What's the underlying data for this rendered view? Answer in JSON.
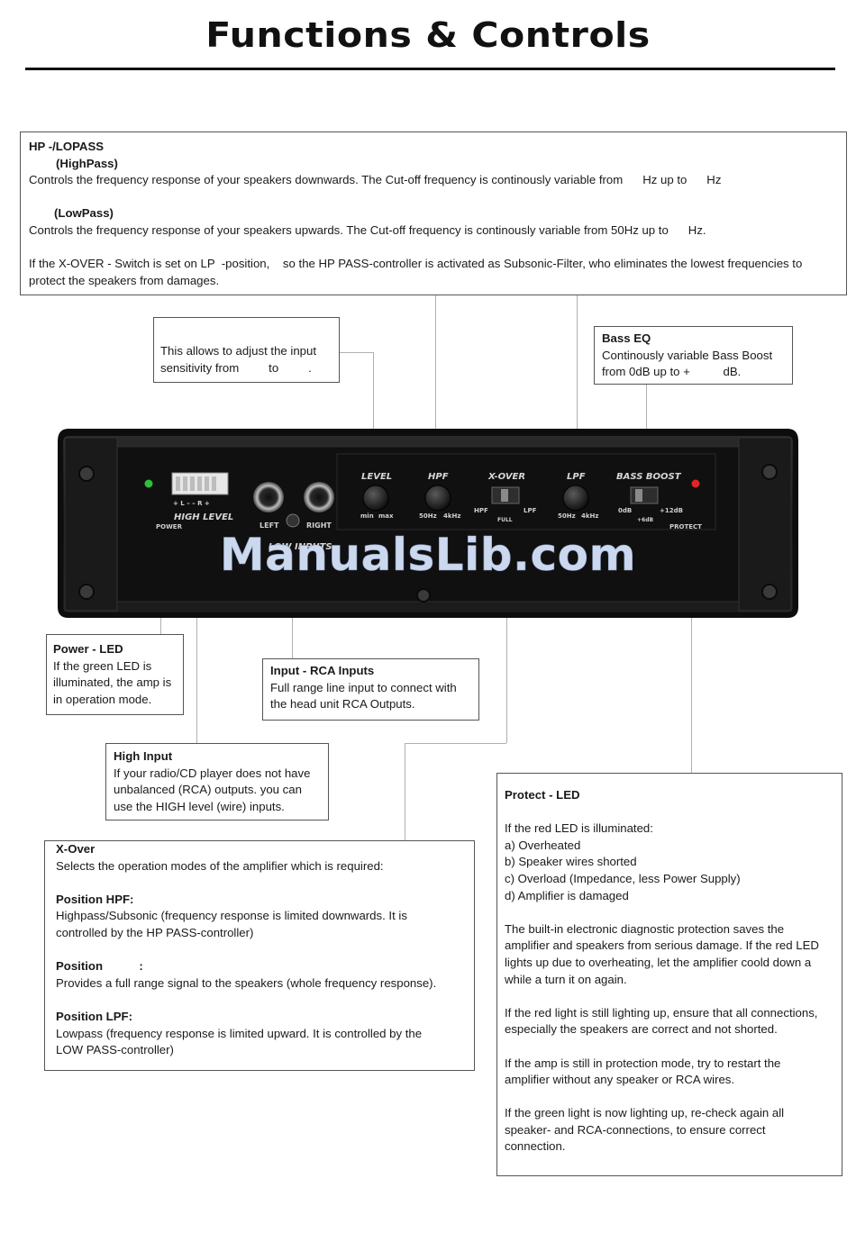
{
  "page_title": "Functions & Controls",
  "hplp": {
    "heading": "HP -/LOPASS",
    "highpass_heading": "(HighPass)",
    "highpass_text": "Controls the frequency response of your speakers downwards. The Cut-off frequency is continously variable from      Hz up to      Hz",
    "lowpass_heading": "(LowPass)",
    "lowpass_text": "Controls the frequency response of your speakers upwards. The Cut-off frequency is continously variable from 50Hz up to      Hz.",
    "xover_note_1": "If the X-OVER - Switch is set on LP  -position,    so the HP PASS-controller is activated as Subsonic-Filter, who eliminates the lowest frequencies to",
    "xover_note_2": "protect the speakers from damages."
  },
  "level": {
    "line1": "This allows to adjust the input",
    "line2": "sensitivity from         to         ."
  },
  "bass_eq": {
    "heading": "Bass EQ",
    "line1": "Continously variable Bass Boost",
    "line2": "from 0dB up to +          dB."
  },
  "panel": {
    "power": "POWER",
    "high_level": "HIGH LEVEL",
    "hl_terms": "+  L  –  –  R  +",
    "left": "LEFT",
    "right": "RIGHT",
    "low_inputs": "LOW INPUTS",
    "level": "LEVEL",
    "level_min": "min",
    "level_max": "max",
    "hpf": "HPF",
    "hpf_lo": "50Hz",
    "hpf_hi": "4kHz",
    "xover": "X-OVER",
    "xover_hpf": "HPF",
    "xover_lpf": "LPF",
    "xover_full": "FULL",
    "lpf": "LPF",
    "lpf_lo": "50Hz",
    "lpf_hi": "4kHz",
    "bass_boost": "BASS BOOST",
    "bb_0": "0dB",
    "bb_6": "+6dB",
    "bb_12": "+12dB",
    "protect": "PROTECT",
    "led_green": "#2fbf3a",
    "led_red": "#e02424"
  },
  "watermark": "ManualsLib.com",
  "power_led": {
    "heading": "Power - LED",
    "lines": [
      "If the green LED is",
      "illuminated, the amp is",
      "in operation mode."
    ]
  },
  "rca": {
    "heading": "Input - RCA Inputs",
    "lines": [
      "Full range line input to connect with",
      "the head unit RCA Outputs."
    ]
  },
  "high_input": {
    "heading": "High Input",
    "lines": [
      "If your radio/CD player does not have",
      "unbalanced (RCA) outputs. you can",
      "use the HIGH level (wire) inputs."
    ]
  },
  "xover": {
    "heading": "X-Over",
    "intro": "Selects the operation modes of the amplifier which is required:",
    "hpf_heading": "Position HPF:",
    "hpf_lines": [
      "Highpass/Subsonic (frequency response is limited downwards. It is",
      "controlled by the HP PASS-controller)"
    ],
    "full_heading": "Position           :",
    "full_line": "Provides a full range signal to the speakers (whole frequency response).",
    "lpf_heading": "Position LPF:",
    "lpf_lines": [
      "Lowpass (frequency response is limited upward. It is controlled by the",
      "LOW PASS-controller)"
    ]
  },
  "protect": {
    "heading": "Protect - LED",
    "intro": "If the red LED is illuminated:",
    "causes": [
      "a) Overheated",
      "b) Speaker wires shorted",
      "c) Overload (Impedance, less Power Supply)",
      "d) Amplifier is damaged"
    ],
    "p1": [
      "The built-in electronic diagnostic protection saves the",
      "amplifier and speakers from serious damage. If the red LED",
      "lights up due to overheating, let the amplifier coold down a",
      "while a turn it on again."
    ],
    "p2": [
      "If the red light is still lighting up, ensure that all connections,",
      "especially the speakers are correct and not shorted."
    ],
    "p3": [
      "If the amp is still in protection mode, try to restart the",
      "amplifier without any speaker or RCA wires."
    ],
    "p4": [
      "If the green light is now lighting up, re-check again all",
      "speaker- and RCA-connections, to ensure correct",
      "connection."
    ]
  }
}
